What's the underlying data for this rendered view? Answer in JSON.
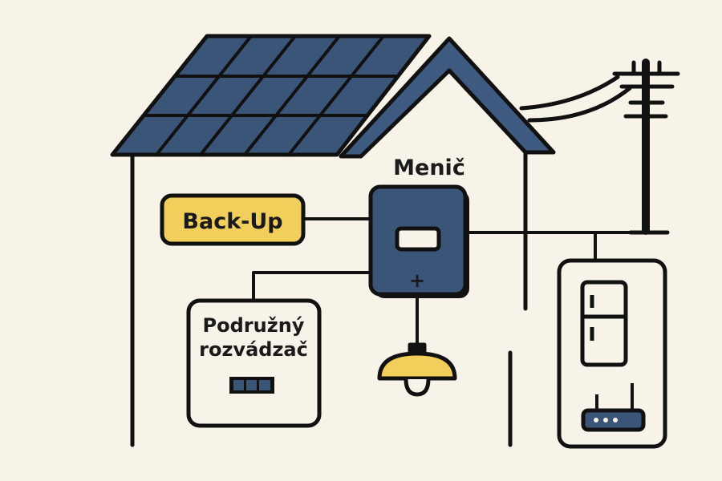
{
  "labels": {
    "inverter": "Menič",
    "backup": "Back-Up",
    "subpanel_line1": "Podružný",
    "subpanel_line2": "rozvádzač",
    "inverter_symbol": "+"
  },
  "colors": {
    "background": "#f8f3e8",
    "stroke": "#111111",
    "panel_blue": "#3b5578",
    "roof_blue": "#3e5a80",
    "accent_yellow": "#f2cf5b",
    "wall": "#f8f3e8"
  },
  "icons": {
    "solar_panels": "solar-panel-icon",
    "inverter": "inverter-icon",
    "lamp": "ceiling-lamp-icon",
    "fridge": "fridge-icon",
    "router": "router-icon",
    "utility_pole": "utility-pole-icon",
    "subpanel_breakers": "breaker-icon"
  }
}
